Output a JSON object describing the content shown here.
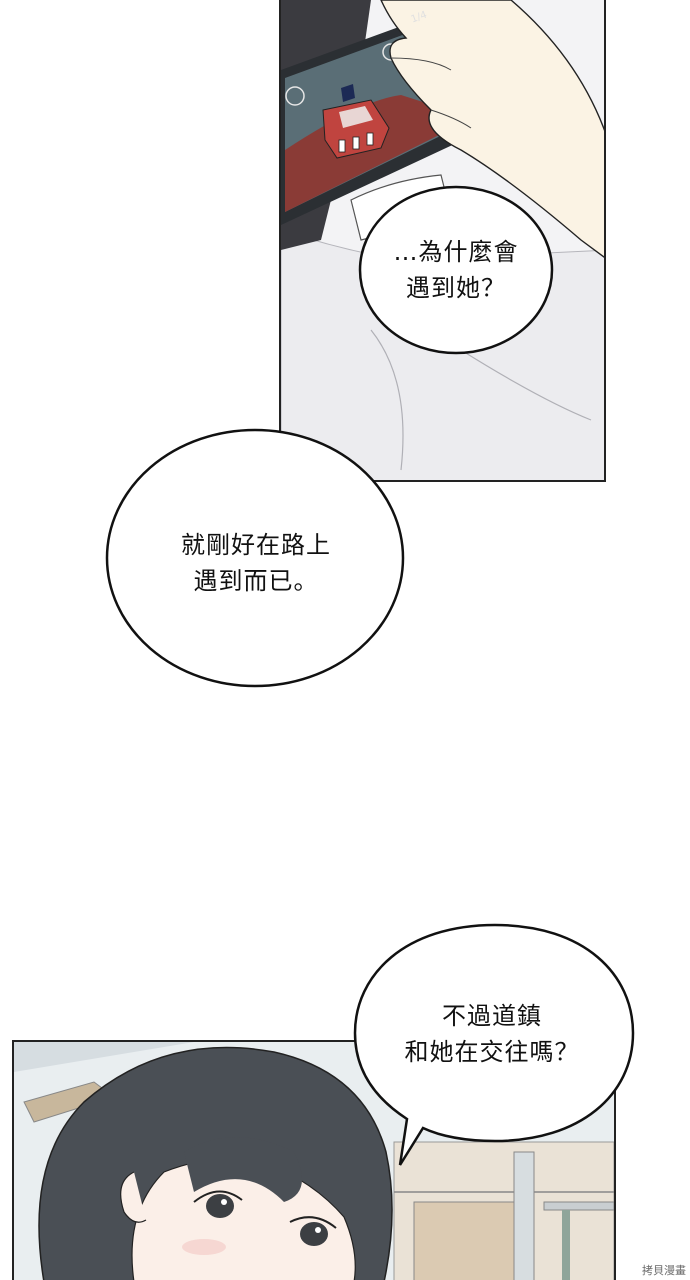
{
  "panels": {
    "top": {
      "phone_counter": "1/4",
      "bubble_lines": [
        "…為什麼會",
        "遇到她？"
      ]
    },
    "bottom": {
      "bubble_lines": [
        "不過道鎮",
        "和她在交往嗎？"
      ]
    }
  },
  "standalone_bubble": {
    "lines": [
      "就剛好在路上",
      "遇到而已。"
    ]
  },
  "watermark": "拷貝漫畫",
  "colors": {
    "ink": "#111111",
    "panel_border": "#222222",
    "car_red": "#c0443f",
    "phone_track": "#8a3b36",
    "hair": "#4a4f55",
    "skin": "#fbefe8"
  }
}
